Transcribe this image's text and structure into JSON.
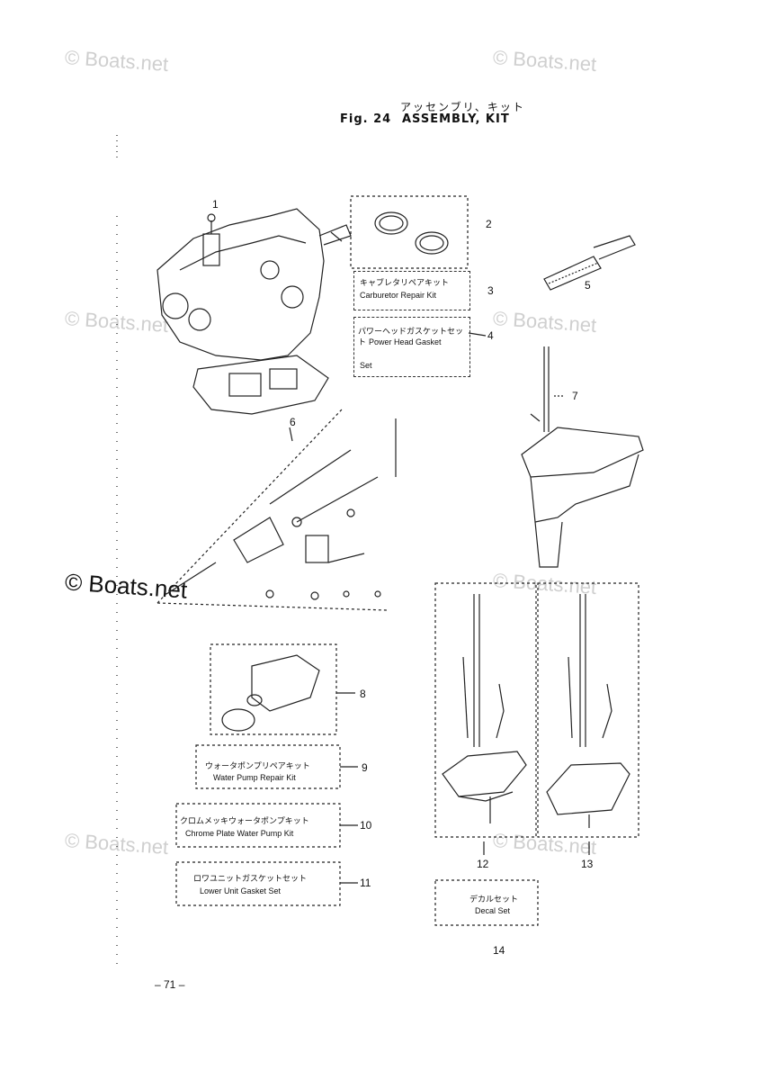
{
  "header": {
    "title_jp": "アッセンブリ、キット",
    "fig_label": "Fig. 24",
    "title_en": "ASSEMBLY, KIT"
  },
  "watermark": {
    "text": "© Boats.net"
  },
  "parts": [
    {
      "callout": "1"
    },
    {
      "callout": "2"
    },
    {
      "callout": "3",
      "name_jp": "キャブレタリペアキット",
      "name_en": "Carburetor Repair Kit"
    },
    {
      "callout": "4",
      "name_jp": "パワーヘッドガスケットセット",
      "name_en_line1": "Power Head Gasket",
      "name_en_line2": "Set"
    },
    {
      "callout": "5"
    },
    {
      "callout": "6"
    },
    {
      "callout": "7"
    },
    {
      "callout": "8"
    },
    {
      "callout": "9",
      "name_jp": "ウォータポンプリペアキット",
      "name_en": "Water Pump Repair Kit"
    },
    {
      "callout": "10",
      "name_jp": "クロムメッキウォータポンプキット",
      "name_en": "Chrome Plate Water Pump Kit"
    },
    {
      "callout": "11",
      "name_jp": "ロワユニットガスケットセット",
      "name_en": "Lower Unit Gasket Set"
    },
    {
      "callout": "12"
    },
    {
      "callout": "13"
    },
    {
      "callout": "14",
      "name_jp": "デカルセット",
      "name_en": "Decal Set"
    }
  ],
  "footer": {
    "page_number": "– 71 –"
  }
}
